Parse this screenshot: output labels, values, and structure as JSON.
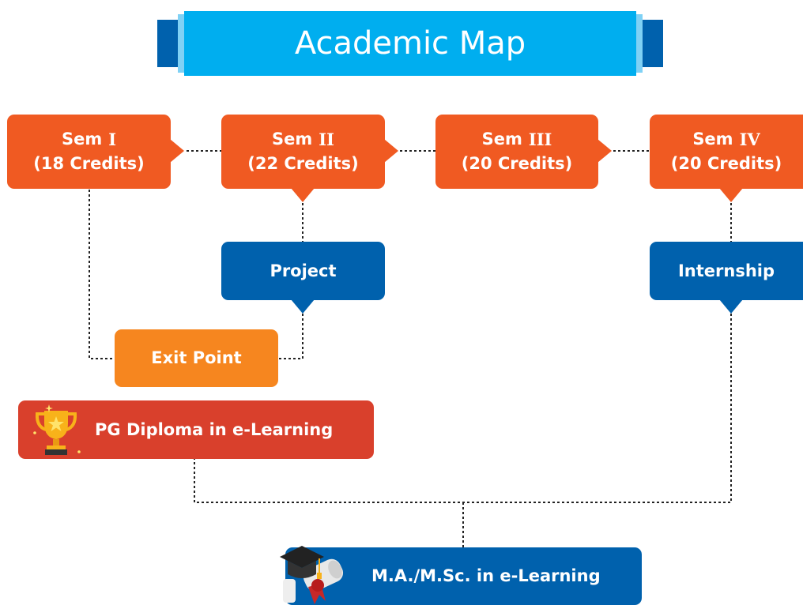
{
  "title": "Academic Map",
  "semesters": [
    {
      "prefix": "Sem",
      "numeral": "I",
      "credits": "(18 Credits)"
    },
    {
      "prefix": "Sem",
      "numeral": "II",
      "credits": "(22 Credits)"
    },
    {
      "prefix": "Sem",
      "numeral": "III",
      "credits": "(20 Credits)"
    },
    {
      "prefix": "Sem",
      "numeral": "IV",
      "credits": "(20 Credits)"
    }
  ],
  "project": "Project",
  "internship": "Internship",
  "exit_point": "Exit Point",
  "diploma": {
    "label": "PG Diploma in e-Learning",
    "icon": "trophy-icon"
  },
  "degree": {
    "label": "M.A./M.Sc. in e-Learning",
    "icon": "graduation-cap-icon"
  },
  "colors": {
    "semester": "#f05a22",
    "activity": "#0061ad",
    "exit": "#f6861f",
    "diploma": "#d9402c",
    "title": "#00aeef"
  }
}
